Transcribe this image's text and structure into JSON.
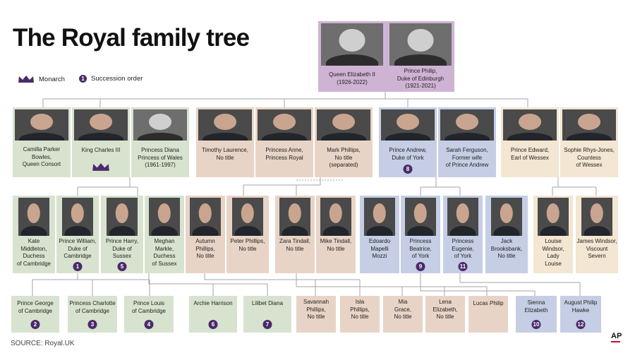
{
  "title": "The Royal family tree",
  "legend": {
    "monarch": "Monarch",
    "succession": "Succession order",
    "succession_symbol": "1"
  },
  "source": "SOURCE: Royal.UK",
  "credit": "AP",
  "colors": {
    "green": "#d8e3cf",
    "tan": "#e8d4c6",
    "blue": "#c5cee4",
    "beige": "#f3e6d2",
    "purple": "#cfb3d4",
    "badge": "#4b2a6a"
  },
  "top": {
    "queen": "Queen Elizabeth II\n(1926-2022)",
    "philip": "Prince Philip,\nDuke of Edinburgh\n(1921-2021)"
  },
  "gen1": [
    {
      "name": "Camilla Parker\nBowles,\nQueen Consort"
    },
    {
      "name": "King Charles III",
      "monarch": true
    },
    {
      "name": "Princess Diana\nPrincess of Wales\n(1961-1997)"
    },
    {
      "name": "Timothy Laurence,\nNo title"
    },
    {
      "name": "Princess Anne,\nPrincess Royal"
    },
    {
      "name": "Mark Phillips,\nNo title\n(separated)"
    },
    {
      "name": "Prince Andrew,\nDuke of York",
      "num": "8"
    },
    {
      "name": "Sarah Ferguson,\nFormer wife\nof Prince Andrew"
    },
    {
      "name": "Prince Edward,\nEarl of Wessex"
    },
    {
      "name": "Sophie Rhys-Jones,\nCountess\nof Wessex"
    }
  ],
  "gen2": [
    {
      "name": "Kate\nMiddleton,\nDuchess\nof Cambridge"
    },
    {
      "name": "Prince William,\nDuke of\nCambridge",
      "num": "1"
    },
    {
      "name": "Prince Harry,\nDuke of\nSussex",
      "num": "5"
    },
    {
      "name": "Meghan\nMarkle,\nDuchess\nof Sussex"
    },
    {
      "name": "Autumn\nPhillips,\nNo title"
    },
    {
      "name": "Peter Phillips,\nNo title"
    },
    {
      "name": "Zara Tindall,\nNo title"
    },
    {
      "name": "Mike Tindall,\nNo title"
    },
    {
      "name": "Edoardo\nMapelli\nMozzi"
    },
    {
      "name": "Princess\nBeatrice,\nof York",
      "num": "9"
    },
    {
      "name": "Princess\nEugenie,\nof York",
      "num": "11"
    },
    {
      "name": "Jack\nBrooksbank,\nNo title"
    },
    {
      "name": "Louise\nWindsor,\nLady\nLouise"
    },
    {
      "name": "James Windsor,\nViscount\nSevern"
    }
  ],
  "gen3": [
    {
      "name": "Prince George\nof Cambridge",
      "num": "2"
    },
    {
      "name": "Princess Charlotte\nof Cambridge",
      "num": "3"
    },
    {
      "name": "Prince Louis\nof Cambridge",
      "num": "4"
    },
    {
      "name": "Archie Harrison",
      "num": "6"
    },
    {
      "name": "Lilibet Diana",
      "num": "7"
    },
    {
      "name": "Savannah\nPhillips,\nNo title"
    },
    {
      "name": "Isla\nPhillips,\nNo title"
    },
    {
      "name": "Mia\nGrace,\nNo title"
    },
    {
      "name": "Lena\nElizabeth,\nNo title"
    },
    {
      "name": "Lucas Philip"
    },
    {
      "name": "Sienna\nElizabeth",
      "num": "10"
    },
    {
      "name": "August Philip\nHawke",
      "num": "12"
    }
  ]
}
